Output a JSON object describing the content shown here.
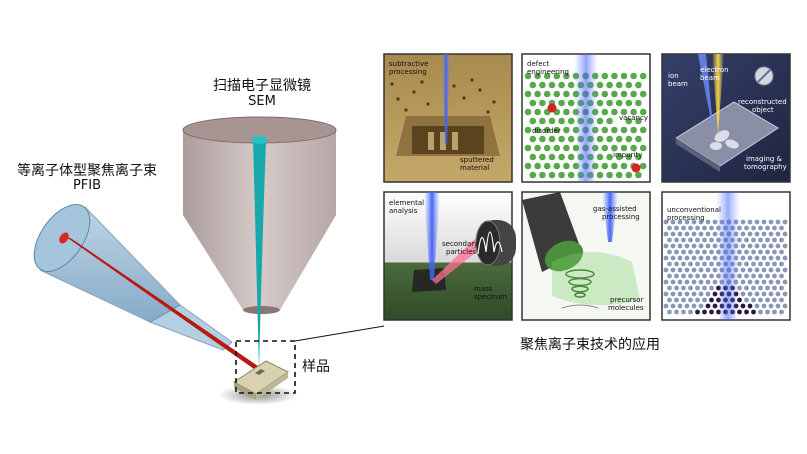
{
  "labels": {
    "sem_cn": "扫描电子显微镜",
    "sem_en": "SEM",
    "pfib_cn": "等离子体型聚焦离子束",
    "pfib_en": "PFIB",
    "sample": "样品",
    "applications_title": "聚焦离子束技术的应用"
  },
  "panels": {
    "p1": {
      "title": "subtractive processing",
      "l1": "subtractive",
      "l2": "processing",
      "s1": "sputtered",
      "s2": "material"
    },
    "p2": {
      "title": "defect engineering",
      "l1": "defect",
      "l2": "engineering",
      "vacancy": "vacancy",
      "disorder": "disorder",
      "impurity": "impurity"
    },
    "p3": {
      "ion1": "ion",
      "ion2": "beam",
      "el1": "electron",
      "el2": "beam",
      "rec1": "reconstructed",
      "rec2": "object",
      "im1": "imaging &",
      "im2": "tomography"
    },
    "p4": {
      "l1": "elemental",
      "l2": "analysis",
      "sec1": "secondary",
      "sec2": "particles",
      "ms1": "mass",
      "ms2": "spectrum"
    },
    "p5": {
      "l1": "gas-assisted",
      "l2": "processing",
      "pre1": "precursor",
      "pre2": "molecules"
    },
    "p6": {
      "l1": "unconventional",
      "l2": "processing"
    }
  },
  "colors": {
    "sem_cone": "#b3a3a1",
    "pfib_tube": "#8fb2cf",
    "red_beam": "#b81a12",
    "teal_beam": "#1fa3a6",
    "sample": "#c9c3a0",
    "beam_blue": "#4a6cf0",
    "green_dot": "#5aa84e"
  }
}
